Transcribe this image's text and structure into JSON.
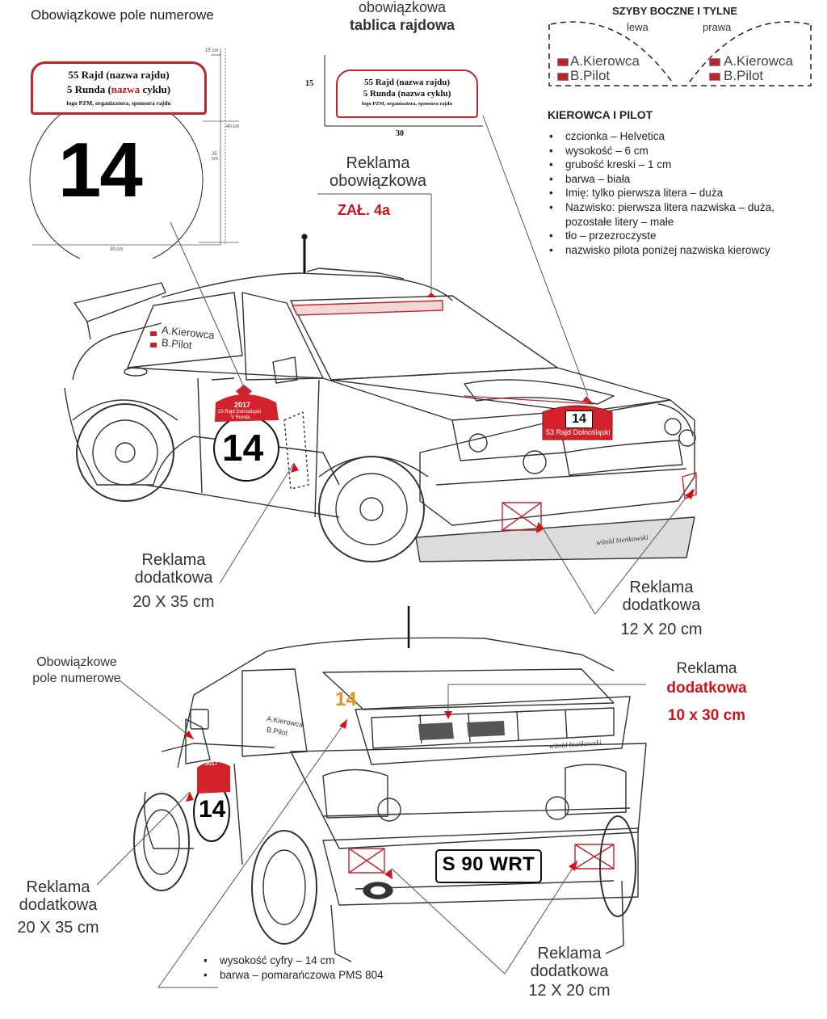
{
  "number_field": {
    "title": "Obowiązkowe  pole numerowe",
    "plate_line1": "55 Rajd (nazwa rajdu)",
    "plate_line2_a": "5 Runda (",
    "plate_line2_b": "nazwa",
    "plate_line2_c": " cyklu)",
    "plate_line3": "logo PZM, organizatora, sponsora rajdu",
    "number": "14",
    "dim_top": "15 cm",
    "dim_side_a": "40 cm",
    "dim_side_b": "25 cm",
    "dim_bottom": "30 cm"
  },
  "rally_plate": {
    "title_line1": "obowiązkowa",
    "title_line2": "tablica rajdowa",
    "line1": "55 Rajd (nazwa rajdu)",
    "line2": "5 Runda (nazwa cyklu)",
    "line3": "logo PZM, organizatora, sponsora rajdu",
    "dim_height": "15",
    "dim_width": "30"
  },
  "side_windows": {
    "title": "SZYBY BOCZNE I TYLNE",
    "left_label": "lewa",
    "right_label": "prawa",
    "driver": "A.Kierowca",
    "copilot": "B.Pilot"
  },
  "crew_rules": {
    "title": "KIEROWCA I PILOT",
    "items": [
      "czcionka – Helvetica",
      "wysokość – 6 cm",
      "grubość kreski – 1 cm",
      "barwa – biała",
      "Imię: tylko pierwsza litera – duża",
      "Nazwisko: pierwsza litera nazwiska – duża,",
      "tło – przezroczyste",
      "nazwisko pilota poniżej nazwiska kierowcy"
    ],
    "item6_cont": "pozostałe litery – małe"
  },
  "windshield_ad": {
    "line1": "Reklama",
    "line2": "obowiązkowa",
    "annex": "ZAŁ. 4a"
  },
  "car_front": {
    "driver": "A.Kierowca",
    "copilot": "B.Pilot",
    "door_year": "2017",
    "door_line1": "53 Rajd Dolnośląski",
    "door_line2": "V Runda",
    "number": "14",
    "hood_number": "14",
    "hood_line": "53 Rajd Dolnośląski",
    "signature": "witold bieńkowski"
  },
  "front_side_ad": {
    "line1": "Reklama",
    "line2": "dodatkowa",
    "size": "20 X 35 cm"
  },
  "front_bumper_ad": {
    "line1": "Reklama",
    "line2": "dodatkowa",
    "size": "12 X 20 cm"
  },
  "rear_number_field": {
    "line1": "Obowiązkowe",
    "line2": "pole numerowe"
  },
  "rear_spoiler_ad": {
    "line1": "Reklama",
    "line2": "dodatkowa",
    "size": "10 x 30 cm"
  },
  "car_rear": {
    "window_number": "14",
    "driver": "A.Kierowca",
    "copilot": "B.Pilot",
    "door_year": "2017",
    "door_number": "14",
    "license_plate": "S 90 WRT",
    "signature": "witold bieńkowski"
  },
  "rear_side_ad": {
    "line1": "Reklama",
    "line2": "dodatkowa",
    "size": "20 X 35 cm"
  },
  "digit_rules": {
    "items": [
      "wysokość cyfry – 14 cm",
      "barwa – pomarańczowa PMS 804"
    ]
  },
  "rear_bumper_ad": {
    "line1": "Reklama",
    "line2": "dodatkowa",
    "size": "12 X 20 cm"
  },
  "colors": {
    "accent_red": "#d0121b",
    "orange_number": "#e0941c"
  }
}
